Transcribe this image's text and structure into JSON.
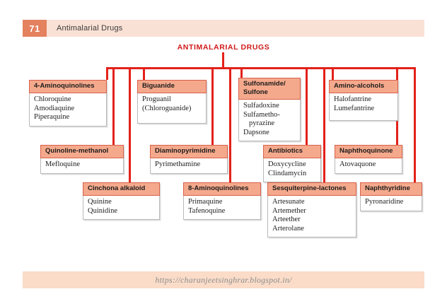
{
  "header": {
    "chapter_number": "71",
    "chapter_title": "Antimalarial Drugs"
  },
  "root": {
    "title": "ANTIMALARIAL DRUGS"
  },
  "colors": {
    "accent_red": "#e32119",
    "title_red": "#d01a1a",
    "box_header_fill": "#f5a98c",
    "box_header_border": "#d8604a",
    "header_bar_fill": "#fae1d5",
    "badge_fill": "#e4815e",
    "footer_fill": "#fadcc8",
    "box_body_fill": "#ffffff",
    "box_border": "#b9b9b9"
  },
  "footer": {
    "url": "https://charanjeetsinghrar.blogspot.in/"
  },
  "chart_data": {
    "type": "diagram",
    "title": "ANTIMALARIAL DRUGS",
    "layout": "hierarchical tree, one root with twelve leaf class-boxes arranged in three staggered tiers",
    "root": "ANTIMALARIAL DRUGS",
    "nodes": [
      {
        "class": "4-Aminoquinolines",
        "drugs": [
          "Chloroquine",
          "Amodiaquine",
          "Piperaquine"
        ]
      },
      {
        "class": "Biguanide",
        "drugs": [
          "Proguanil",
          "(Chloroguanide)"
        ]
      },
      {
        "class": "Sulfonamide/ Sulfone",
        "drugs": [
          "Sulfadoxine",
          "Sulfametho-",
          "pyrazine",
          "Dapsone"
        ]
      },
      {
        "class": "Amino-alcohols",
        "drugs": [
          "Halofantrine",
          "Lumefantrine"
        ]
      },
      {
        "class": "Quinoline-methanol",
        "drugs": [
          "Mefloquine"
        ]
      },
      {
        "class": "Diaminopyrimidine",
        "drugs": [
          "Pyrimethamine"
        ]
      },
      {
        "class": "Antibiotics",
        "drugs": [
          "Doxycycline",
          "Clindamycin"
        ]
      },
      {
        "class": "Naphthoquinone",
        "drugs": [
          "Atovaquone"
        ]
      },
      {
        "class": "Cinchona alkaloid",
        "drugs": [
          "Quinine",
          "Quinidine"
        ]
      },
      {
        "class": "8-Aminoquinolines",
        "drugs": [
          "Primaquine",
          "Tafenoquine"
        ]
      },
      {
        "class": "Sesquiterpine-lactones",
        "drugs": [
          "Artesunate",
          "Artemether",
          "Arteether",
          "Arterolane"
        ]
      },
      {
        "class": "Naphthyridine",
        "drugs": [
          "Pyronaridine"
        ]
      }
    ]
  },
  "boxes": [
    {
      "id": "aminoquinolines4",
      "title": "4-Aminoquinolines",
      "lines": [
        "Chloroquine",
        "Amodiaquine",
        "Piperaquine"
      ]
    },
    {
      "id": "biguanide",
      "title": "Biguanide",
      "lines": [
        "Proguanil",
        "(Chloroguanide)"
      ]
    },
    {
      "id": "sulfonamide",
      "title_line1": "Sulfonamide/",
      "title_line2": "Sulfone",
      "lines": [
        "Sulfadoxine",
        "Sulfametho-",
        "pyrazine",
        "Dapsone"
      ]
    },
    {
      "id": "aminoalcohols",
      "title": "Amino-alcohols",
      "lines": [
        "Halofantrine",
        "Lumefantrine"
      ]
    },
    {
      "id": "quinolinemethanol",
      "title": "Quinoline-methanol",
      "lines": [
        "Mefloquine"
      ]
    },
    {
      "id": "diaminopyrimidine",
      "title": "Diaminopyrimidine",
      "lines": [
        "Pyrimethamine"
      ]
    },
    {
      "id": "antibiotics",
      "title": "Antibiotics",
      "lines": [
        "Doxycycline",
        "Clindamycin"
      ]
    },
    {
      "id": "naphthoquinone",
      "title": "Naphthoquinone",
      "lines": [
        "Atovaquone"
      ]
    },
    {
      "id": "cinchona",
      "title": "Cinchona alkaloid",
      "lines": [
        "Quinine",
        "Quinidine"
      ]
    },
    {
      "id": "aminoquinolines8",
      "title": "8-Aminoquinolines",
      "lines": [
        "Primaquine",
        "Tafenoquine"
      ]
    },
    {
      "id": "sesquiterpine",
      "title": "Sesquiterpine-lactones",
      "lines": [
        "Artesunate",
        "Artemether",
        "Arteether",
        "Arterolane"
      ]
    },
    {
      "id": "naphthyridine",
      "title": "Naphthyridine",
      "lines": [
        "Pyronaridine"
      ]
    }
  ]
}
